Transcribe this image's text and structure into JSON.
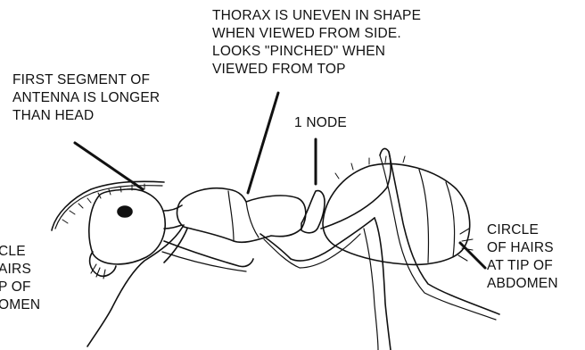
{
  "labels": {
    "thorax": {
      "lines": [
        "THORAX IS UNEVEN IN SHAPE",
        "WHEN VIEWED FROM SIDE.",
        "LOOKS \"PINCHED\" WHEN",
        "VIEWED FROM TOP"
      ]
    },
    "antenna": {
      "lines": [
        "FIRST SEGMENT OF",
        "ANTENNA IS LONGER",
        "THAN HEAD"
      ]
    },
    "node": {
      "lines": [
        "1 NODE"
      ]
    },
    "abdomen_hairs": {
      "lines": [
        "CIRCLE",
        "OF HAIRS",
        "AT TIP OF",
        "ABDOMEN"
      ]
    },
    "cropped_left": {
      "lines": [
        "CLE",
        "AIRS",
        "P OF",
        "OMEN"
      ]
    }
  },
  "colors": {
    "ink": "#111111",
    "background": "#ffffff"
  }
}
